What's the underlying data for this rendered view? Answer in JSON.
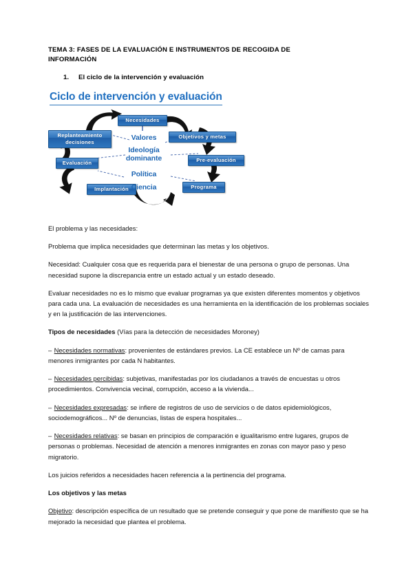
{
  "document": {
    "title_line1": "TEMA 3: FASES DE LA EVALUACIÓN E INSTRUMENTOS DE RECOGIDA DE",
    "title_line2": "INFORMACIÓN",
    "section": {
      "number": "1.",
      "label": "El ciclo de la intervención y evaluación"
    }
  },
  "diagram": {
    "title": "Ciclo de intervención y evaluación",
    "nodes": [
      {
        "id": "necesidades",
        "label": "Necesidades"
      },
      {
        "id": "objetivos",
        "label": "Objetivos y metas"
      },
      {
        "id": "preevaluacion",
        "label": "Pre-evaluación"
      },
      {
        "id": "programa",
        "label": "Programa"
      },
      {
        "id": "implantacion",
        "label": "Implantación"
      },
      {
        "id": "evaluacion",
        "label": "Evaluación"
      },
      {
        "id": "replanteamiento",
        "label": "Replanteamiento decisiones"
      }
    ],
    "center_labels": [
      {
        "id": "valores",
        "label": "Valores"
      },
      {
        "id": "ideologia",
        "label": "Ideología\ndominante"
      },
      {
        "id": "politica",
        "label": "Política"
      },
      {
        "id": "ciencia",
        "label": "Ciencia"
      }
    ],
    "colors": {
      "node_fill": "#2f74bb",
      "node_text": "#ffffff",
      "title_text": "#1f6fc0",
      "center_text": "#1e66b3",
      "arrow": "#111111",
      "link_line": "#3b5fa8"
    }
  },
  "content": {
    "p1": "El problema y las necesidades:",
    "p2": "Problema que implica necesidades que determinan las metas y los objetivos.",
    "p3": "Necesidad: Cualquier cosa que es requerida para el bienestar de una persona o grupo de personas. Una necesidad supone la discrepancia entre un estado actual y un estado deseado.",
    "p4": "Evaluar necesidades no es lo mismo que evaluar programas ya que existen diferentes momentos y objetivos para cada una. La evaluación de necesidades es una herramienta en la identificación de los problemas sociales y en la justificación de las intervenciones.",
    "p5_bold": "Tipos de necesidades",
    "p5_rest": " (Vías para la detección de necesidades Moroney)",
    "p6_dash": "– ",
    "p6_underline": "Necesidades normativas",
    "p6_rest": ": provenientes de estándares previos. La CE establece un Nº de camas para menores inmigrantes por cada N habitantes.",
    "p7_dash": "– ",
    "p7_underline": "Necesidades percibidas",
    "p7_rest": ": subjetivas, manifestadas por los ciudadanos a través de encuestas u otros procedimientos. Convivencia vecinal, corrupción, acceso a la vivienda...",
    "p8_dash": "– ",
    "p8_underline": "Necesidades expresadas",
    "p8_rest": ": se infiere de registros de uso de servicios o de datos epidemiológicos, sociodemográficos... Nº de denuncias, listas de espera hospitales...",
    "p9_dash": "– ",
    "p9_underline": "Necesidades relativas",
    "p9_rest": ": se basan en principios de comparación e igualitarismo entre lugares, grupos de personas o problemas. Necesidad de atención a menores inmigrantes en zonas con mayor paso y peso migratorio.",
    "p10": "Los juicios referidos a necesidades hacen referencia a la pertinencia del programa.",
    "p11_bold": "Los objetivos y las metas",
    "p12_underline": "Objetivo",
    "p12_rest": ": descripción específica de un resultado que se pretende conseguir y que pone de manifiesto que se ha mejorado la necesidad que plantea el problema."
  }
}
